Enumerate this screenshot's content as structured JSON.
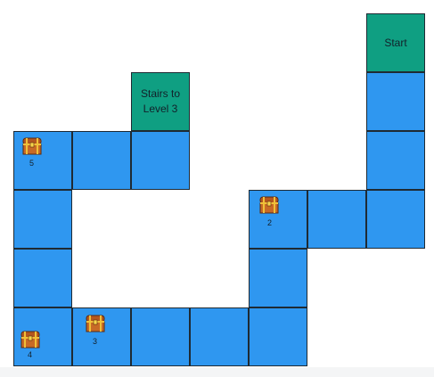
{
  "map": {
    "start_label": "Start",
    "stairs_label": "Stairs to Level 3"
  },
  "chests": [
    {
      "number": "2",
      "icon": "treasure-chest-icon"
    },
    {
      "number": "3",
      "icon": "treasure-chest-icon"
    },
    {
      "number": "4",
      "icon": "treasure-chest-icon"
    },
    {
      "number": "5",
      "icon": "treasure-chest-icon"
    }
  ],
  "colors": {
    "path_tile": "#2f97f0",
    "special_tile": "#0f9f82",
    "grid_line": "#1f2a33",
    "background": "#ffffff"
  }
}
